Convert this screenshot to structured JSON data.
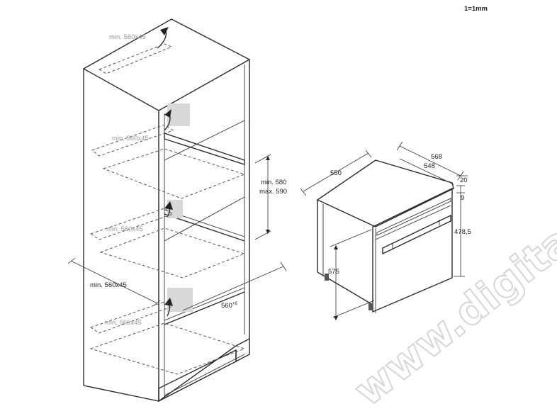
{
  "scale_note": "1=1mm",
  "cabinet": {
    "vent_top": "min. 560x45",
    "vent_upper": "min. 560x45",
    "vent_middle": "min. 560x45",
    "vent_lower": "min. 560x45",
    "base_depth": "min. 560x45",
    "niche_height_min": "min. 580",
    "niche_height_max": "max. 590",
    "niche_width": "560",
    "niche_width_tolerance": "+8"
  },
  "oven": {
    "depth_total": "568",
    "depth_body": "548",
    "width": "550",
    "front_thickness": "20",
    "gap": "9",
    "door_height": "478,5",
    "height": "575"
  },
  "watermark": "www.digitalko.hu",
  "colors": {
    "line": "#2a2a2a",
    "label_grey": "#9a9a9a",
    "watermark_outline": "#d6d6d6"
  }
}
